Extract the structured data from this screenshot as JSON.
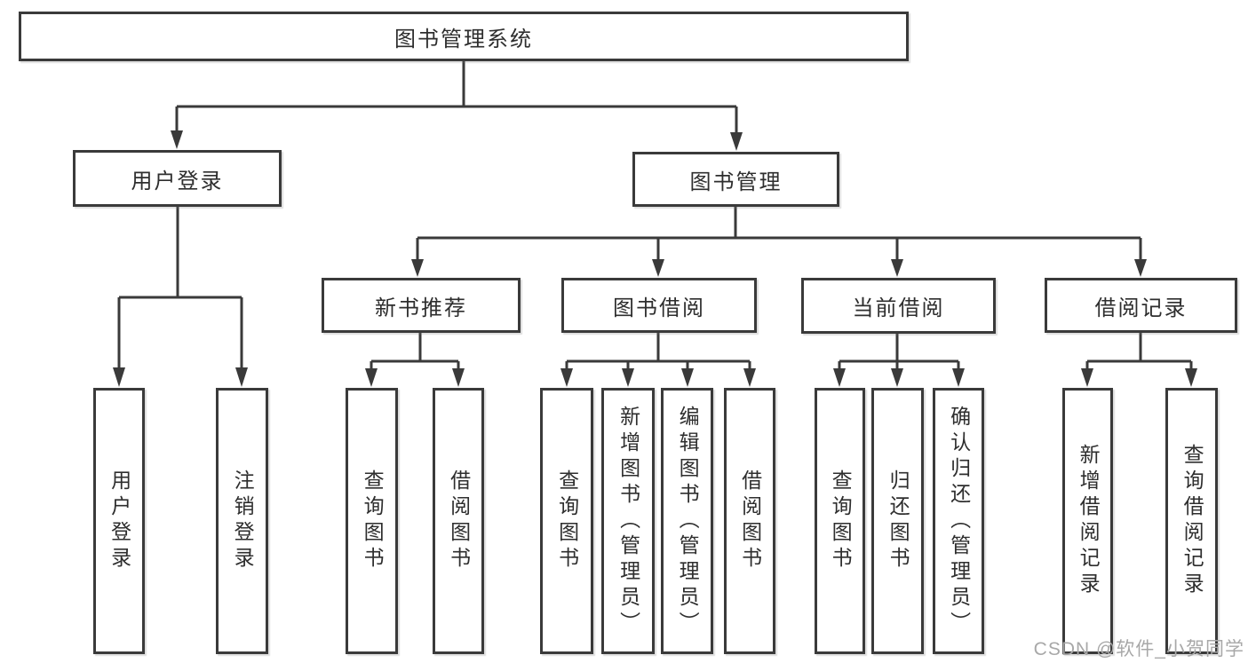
{
  "tree": {
    "root": "图书管理系统",
    "user_branch": {
      "label": "用户登录",
      "children": [
        "用户登录",
        "注销登录"
      ]
    },
    "book_branch": {
      "label": "图书管理",
      "groups": [
        {
          "label": "新书推荐",
          "children": [
            "查询图书",
            "借阅图书"
          ]
        },
        {
          "label": "图书借阅",
          "children": [
            "查询图书",
            "新增图书（管理员）",
            "编辑图书（管理员）",
            "借阅图书"
          ]
        },
        {
          "label": "当前借阅",
          "children": [
            "查询图书",
            "归还图书",
            "确认归还（管理员）"
          ]
        },
        {
          "label": "借阅记录",
          "children": [
            "新增借阅记录",
            "查询借阅记录"
          ]
        }
      ]
    }
  },
  "page": {
    "watermark": "CSDN @软件_小贺同学"
  }
}
